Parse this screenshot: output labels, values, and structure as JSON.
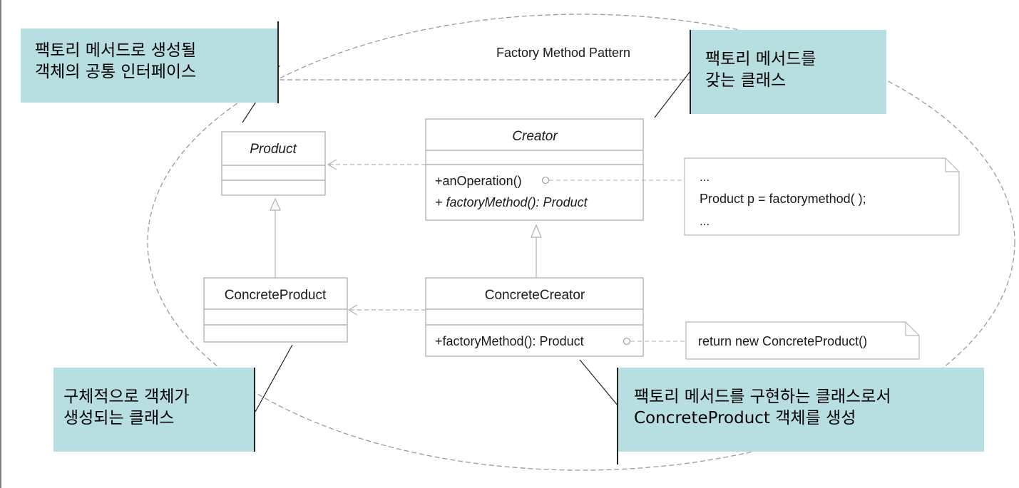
{
  "diagram_title": "Factory Method Pattern",
  "classes": {
    "product": {
      "name": "Product"
    },
    "creator": {
      "name": "Creator",
      "methods": [
        "+anOperation()",
        "+ factoryMethod(): Product"
      ]
    },
    "concrete_product": {
      "name": "ConcreteProduct"
    },
    "concrete_creator": {
      "name": "ConcreteCreator",
      "methods": [
        "+factoryMethod(): Product"
      ]
    }
  },
  "notes": {
    "operation_note": [
      "...",
      "Product p = factorymethod( );",
      "..."
    ],
    "factory_note": [
      "return new ConcreteProduct()"
    ]
  },
  "callouts": {
    "product_interface": [
      "팩토리 메서드로 생성될",
      "객체의 공통 인터페이스"
    ],
    "creator_class": [
      "팩토리 메서드를",
      "갖는 클래스"
    ],
    "concrete_product_class": [
      "구체적으로 객체가",
      "생성되는 클래스"
    ],
    "concrete_creator_class": [
      "팩토리 메서드를 구현하는 클래스로서",
      "ConcreteProduct 객체를 생성"
    ]
  },
  "colors": {
    "callout_fill": "#b7dee0",
    "line_gray": "#b0b0b0",
    "box_border": "#a8a8a8"
  }
}
